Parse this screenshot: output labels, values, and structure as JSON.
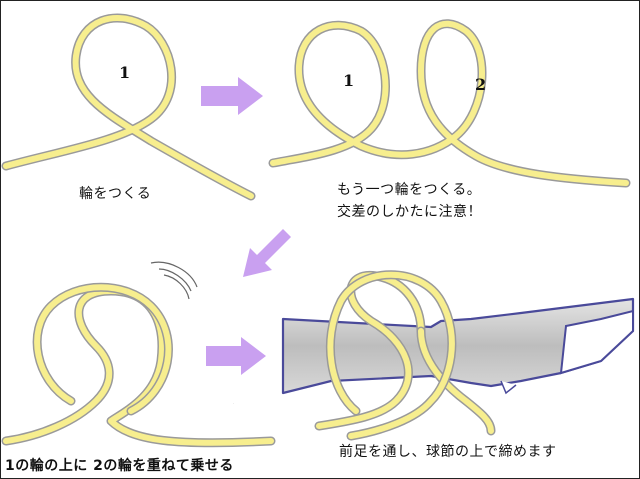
{
  "steps": [
    {
      "caption": "輪をつくる",
      "loop_labels": [
        "1"
      ]
    },
    {
      "caption_line1": "もう一つ輪をつくる。",
      "caption_line2": "交差のしかたに注意！",
      "loop_labels": [
        "1",
        "2"
      ]
    },
    {
      "caption": "1の輪の上に 2の輪を重ねて乗せる"
    },
    {
      "caption": "前足を通し、球節の上で締めます"
    }
  ],
  "colors": {
    "rope_fill": "#f7ee8e",
    "rope_outline": "#9a9a9a",
    "arrow": "#c9a0f0",
    "leg_fill": "#c8c8c8",
    "leg_outline": "#4a4a9a"
  },
  "icons": [
    "arrow-right-icon",
    "arrow-down-left-icon",
    "motion-lines-icon"
  ]
}
